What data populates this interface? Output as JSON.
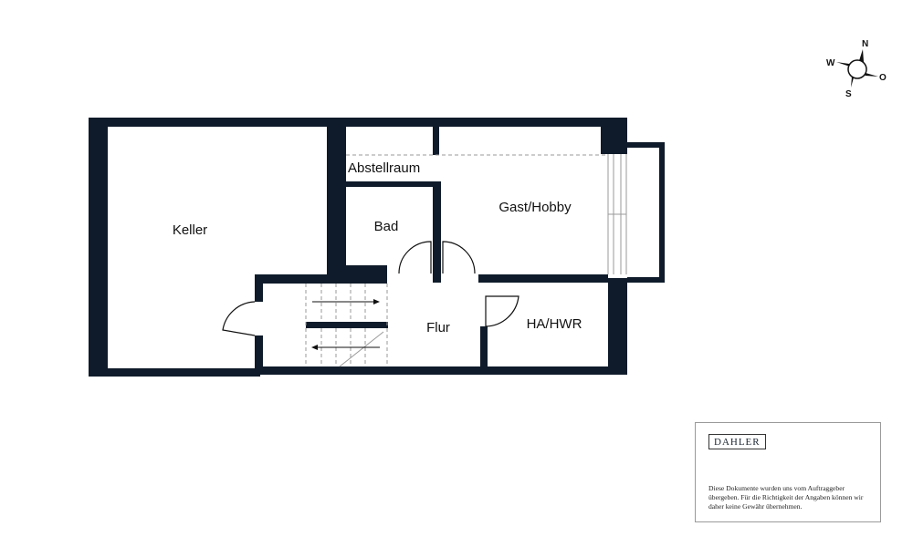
{
  "colors": {
    "wall": "#0f1b2a",
    "line": "#111111",
    "dashed": "#9a9a9a",
    "paper": "#ffffff"
  },
  "rooms": {
    "keller": "Keller",
    "abstellraum": "Abstellraum",
    "bad": "Bad",
    "gast_hobby": "Gast/Hobby",
    "flur": "Flur",
    "ha_hwr": "HA/HWR"
  },
  "compass": {
    "north": "N",
    "east": "O",
    "south": "S",
    "west": "W"
  },
  "branding": {
    "logo": "DAHLER"
  },
  "disclaimer": {
    "text": "Diese Dokumente wurden uns vom Auftraggeber übergeben. Für die Richtigkeit der Angaben können wir daher keine Gewähr übernehmen."
  }
}
